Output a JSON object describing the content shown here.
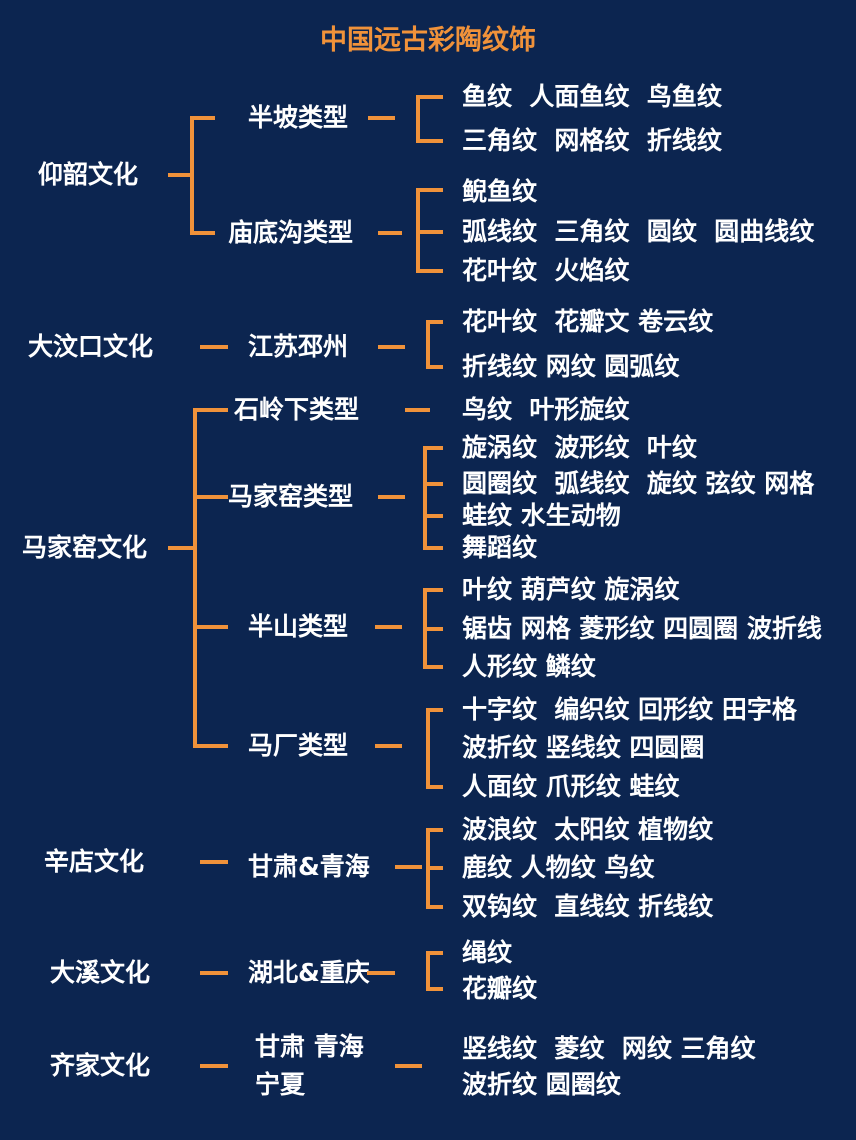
{
  "title": "中国远古彩陶纹饰",
  "accent_color": "#f0923a",
  "background_color": "#0c2550",
  "cultures": [
    {
      "name": "仰韶文化",
      "types": [
        {
          "name": "半坡类型",
          "patterns": [
            "鱼纹  人面鱼纹  鸟鱼纹",
            "三角纹  网格纹  折线纹"
          ]
        },
        {
          "name": "庙底沟类型",
          "patterns": [
            "鲵鱼纹",
            "弧线纹  三角纹  圆纹  圆曲线纹",
            "花叶纹  火焰纹"
          ]
        }
      ]
    },
    {
      "name": "大汶口文化",
      "types": [
        {
          "name": "江苏邳州",
          "patterns": [
            "花叶纹  花瓣文 卷云纹",
            "折线纹 网纹 圆弧纹"
          ]
        }
      ]
    },
    {
      "name": "马家窑文化",
      "types": [
        {
          "name": "石岭下类型",
          "patterns": [
            "鸟纹  叶形旋纹"
          ]
        },
        {
          "name": "马家窑类型",
          "patterns": [
            "旋涡纹  波形纹  叶纹",
            "圆圈纹  弧线纹  旋纹 弦纹 网格",
            "蛙纹 水生动物",
            "舞蹈纹"
          ]
        },
        {
          "name": "半山类型",
          "patterns": [
            "叶纹 葫芦纹 旋涡纹",
            "锯齿 网格 菱形纹 四圆圈 波折线",
            "人形纹 鳞纹"
          ]
        },
        {
          "name": "马厂类型",
          "patterns": [
            "十字纹  编织纹 回形纹 田字格",
            "波折纹 竖线纹 四圆圈",
            "人面纹 爪形纹 蛙纹"
          ]
        }
      ]
    },
    {
      "name": "辛店文化",
      "types": [
        {
          "name": "甘肃&青海",
          "patterns": [
            "波浪纹  太阳纹 植物纹",
            "鹿纹 人物纹 鸟纹",
            "双钩纹  直线纹 折线纹"
          ]
        }
      ]
    },
    {
      "name": "大溪文化",
      "types": [
        {
          "name": "湖北&重庆",
          "patterns": [
            "绳纹",
            "花瓣纹"
          ]
        }
      ]
    },
    {
      "name": "齐家文化",
      "types": [
        {
          "name": "甘肃 青海\n宁夏",
          "patterns": [
            "竖线纹  菱纹  网纹 三角纹",
            "波折纹 圆圈纹"
          ]
        }
      ]
    }
  ]
}
